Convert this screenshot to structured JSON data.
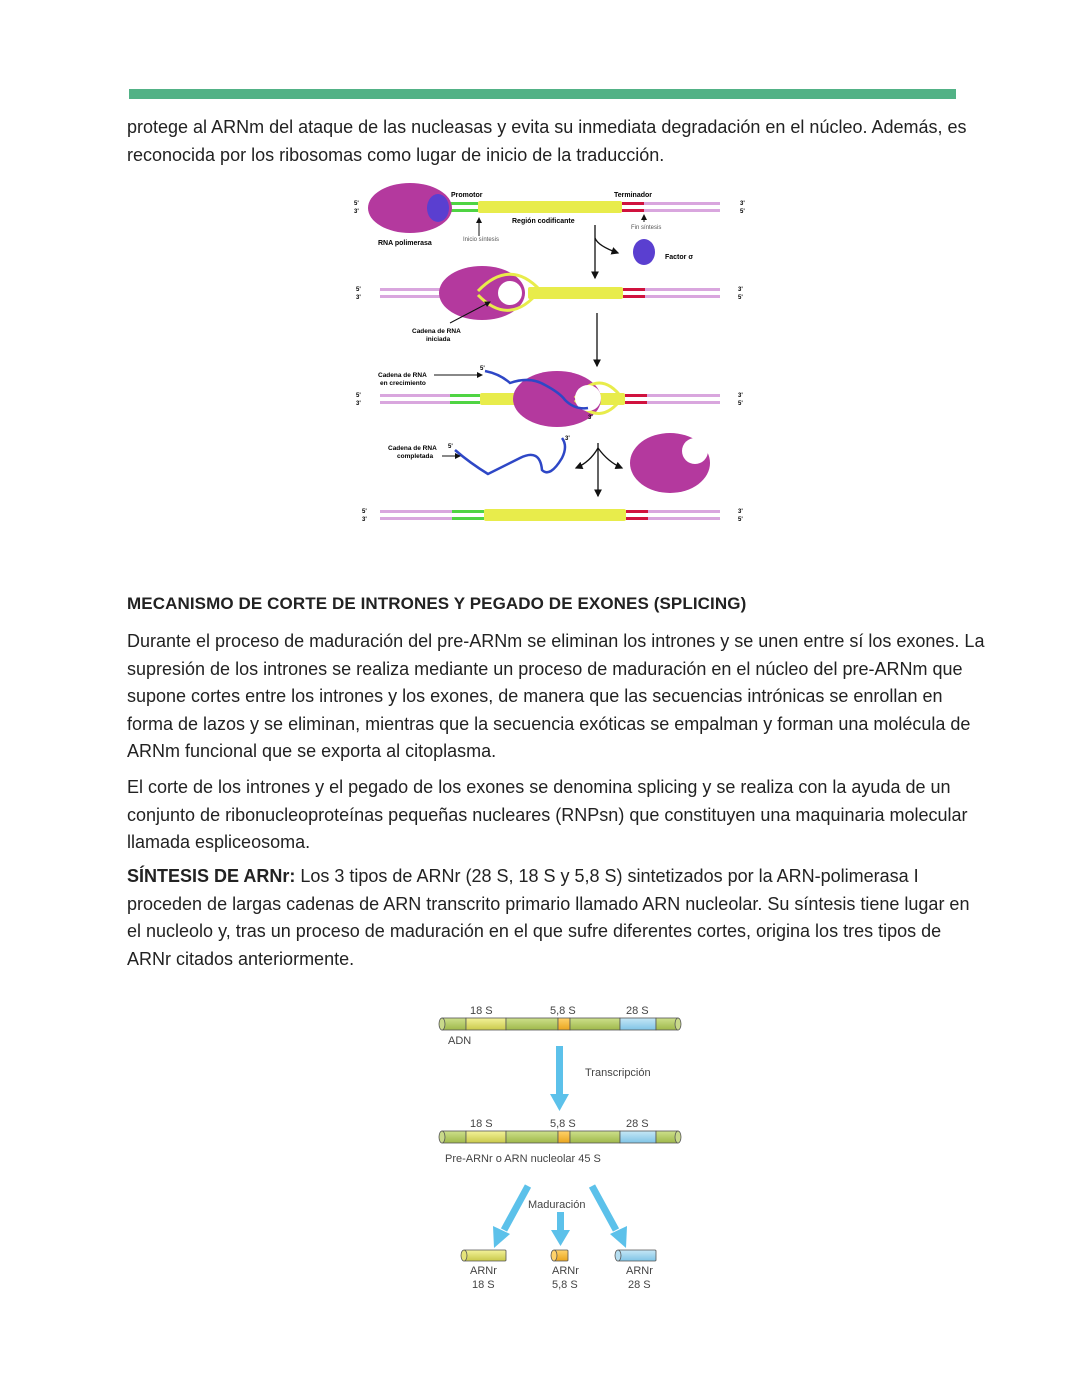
{
  "doc": {
    "intro": "protege al ARNm del ataque de las nucleasas y evita su inmediata degradación en el núcleo. Además, es reconocida por los ribosomas como lugar de inicio de la traducción.",
    "heading": "MECANISMO DE CORTE DE INTRONES Y PEGADO DE EXONES (SPLICING)",
    "para1": "Durante el proceso de maduración del pre-ARNm se eliminan los intrones y se unen entre sí los exones. La supresión de los intrones se realiza mediante un proceso de maduración en el núcleo del pre-ARNm que supone cortes entre los intrones y los exones, de manera que las secuencias intrónicas se enrollan en forma de lazos y se eliminan, mientras que la secuencia exóticas se empalman y forman una molécula de ARNm funcional que se exporta al citoplasma.",
    "para2": "El corte de los intrones y el pegado de los exones se denomina splicing y se realiza con la ayuda de un conjunto de ribonucleoproteínas pequeñas nucleares (RNPsn) que constituyen una maquinaria molecular llamada espliceosoma.",
    "para3_lead": "SÍNTESIS DE ARNr:",
    "para3_rest": " Los 3 tipos de ARNr (28 S, 18 S y 5,8 S) sintetizados por la ARN-polimerasa I proceden de largas cadenas de ARN transcrito primario llamado ARN nucleolar. Su síntesis tiene lugar en el nucleolo y, tras un proceso de maduración en el que sufre diferentes cortes, origina los tres tipos de ARNr citados anteriormente."
  },
  "fig1": {
    "promotor": "Promotor",
    "terminador": "Terminador",
    "region": "Región codificante",
    "rna_pol": "RNA polimerasa",
    "inicio": "Inicio síntesis",
    "fin": "Fin síntesis",
    "factor": "Factor σ",
    "cadena_iniciada_1": "Cadena de RNA",
    "cadena_iniciada_2": "iniciada",
    "cadena_crec_1": "Cadena de RNA",
    "cadena_crec_2": "en crecimiento",
    "cadena_comp_1": "Cadena de RNA",
    "cadena_comp_2": "completada",
    "end5": "5'",
    "end3": "3'"
  },
  "fig2": {
    "s18": "18 S",
    "s58": "5,8 S",
    "s28": "28 S",
    "adn": "ADN",
    "transcripcion": "Transcripción",
    "prearn": "Pre-ARNr o ARN nucleolar 45 S",
    "maduracion": "Maduración",
    "arnr": "ARNr"
  },
  "colors": {
    "accent_bar": "#52b286",
    "polymerase": "#b4399e",
    "sigma": "#5a3fd0",
    "rna_strand": "#2e47c6",
    "arrow_blue": "#5cc1ea"
  }
}
